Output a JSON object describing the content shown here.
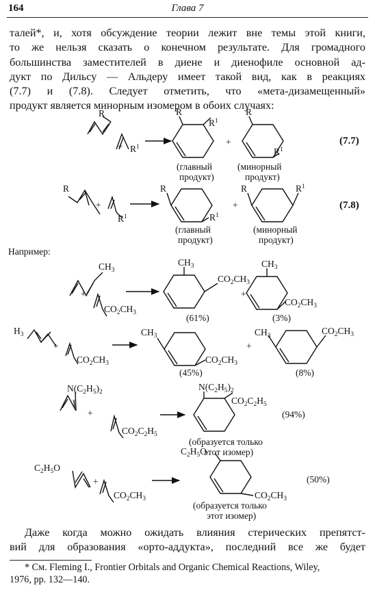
{
  "header": {
    "page_number": "164",
    "chapter": "Глава 7"
  },
  "intro_lines": [
    "талей*, и, хотя обсуждение теории лежит вне темы этой книги,",
    "то же нельзя сказать о конечном результате. Для громадного",
    "большинства заместителей в диене и диенофиле основной ад-",
    "дукт по Дильсу — Альдеру имеет такой вид, как в реакциях",
    "(7.7) и (7.8). Следует отметить, что «мета-дизамещенный»",
    "продукт является минорным изомером в обоих случаях:"
  ],
  "scheme": {
    "eq1": "(7.7)",
    "eq2": "(7.8)",
    "main_product": [
      "(главный",
      "продукт)"
    ],
    "minor_product": [
      "(минорный",
      "продукт)"
    ],
    "example_label": "Например:",
    "ex1_yields": [
      "(61%)",
      "(3%)"
    ],
    "ex2_yields": [
      "(45%)",
      "(8%)"
    ],
    "ex3_yield": "(94%)",
    "ex4_yield": "(50%)",
    "only_isomer": [
      "(образуется только",
      "этот изомер)"
    ]
  },
  "outro_lines": [
    "Даже когда можно ожидать влияния стерических препятст-",
    "вий для образования «орто-аддукта», последний все же будет"
  ],
  "footnote": {
    "line1": "* См. Fleming I., Frontier Orbitals and Organic Chemical Reactions, Wiley,",
    "line2": "1976, pp. 132—140."
  }
}
